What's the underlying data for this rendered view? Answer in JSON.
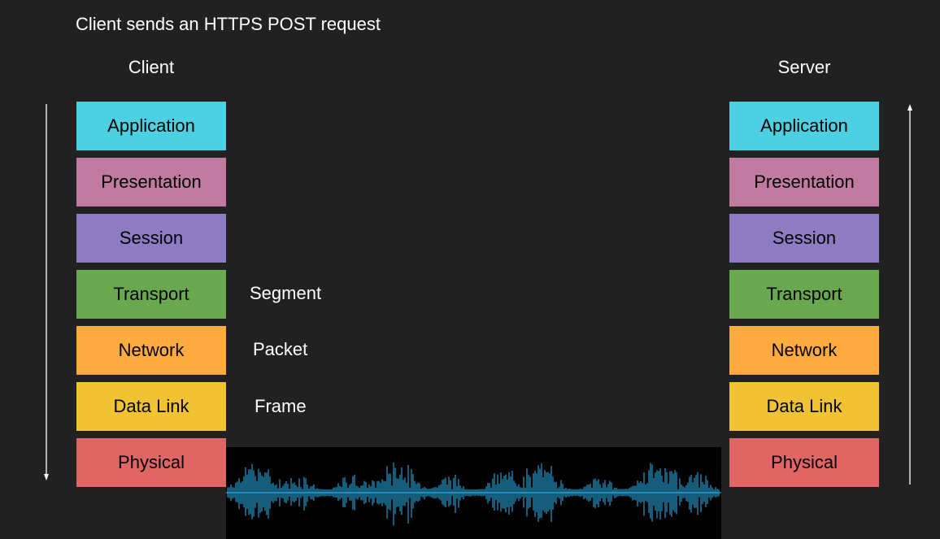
{
  "title": "Client sends an HTTPS POST request",
  "client": {
    "label": "Client",
    "layers": [
      {
        "name": "Application",
        "color": "#4dd0e1"
      },
      {
        "name": "Presentation",
        "color": "#c27ba0"
      },
      {
        "name": "Session",
        "color": "#8e7cc3"
      },
      {
        "name": "Transport",
        "color": "#6aa84f"
      },
      {
        "name": "Network",
        "color": "#ffab40"
      },
      {
        "name": "Data Link",
        "color": "#f1c232"
      },
      {
        "name": "Physical",
        "color": "#e06666"
      }
    ],
    "arrow_direction": "down"
  },
  "server": {
    "label": "Server",
    "layers": [
      {
        "name": "Application",
        "color": "#4dd0e1"
      },
      {
        "name": "Presentation",
        "color": "#c27ba0"
      },
      {
        "name": "Session",
        "color": "#8e7cc3"
      },
      {
        "name": "Transport",
        "color": "#6aa84f"
      },
      {
        "name": "Network",
        "color": "#ffab40"
      },
      {
        "name": "Data Link",
        "color": "#f1c232"
      },
      {
        "name": "Physical",
        "color": "#e06666"
      }
    ],
    "arrow_direction": "up"
  },
  "pdus": {
    "segment": "Segment",
    "packet": "Packet",
    "frame": "Frame"
  },
  "signal": {
    "icon": "waveform-icon",
    "color": "#29a8e0",
    "background": "#000000"
  }
}
